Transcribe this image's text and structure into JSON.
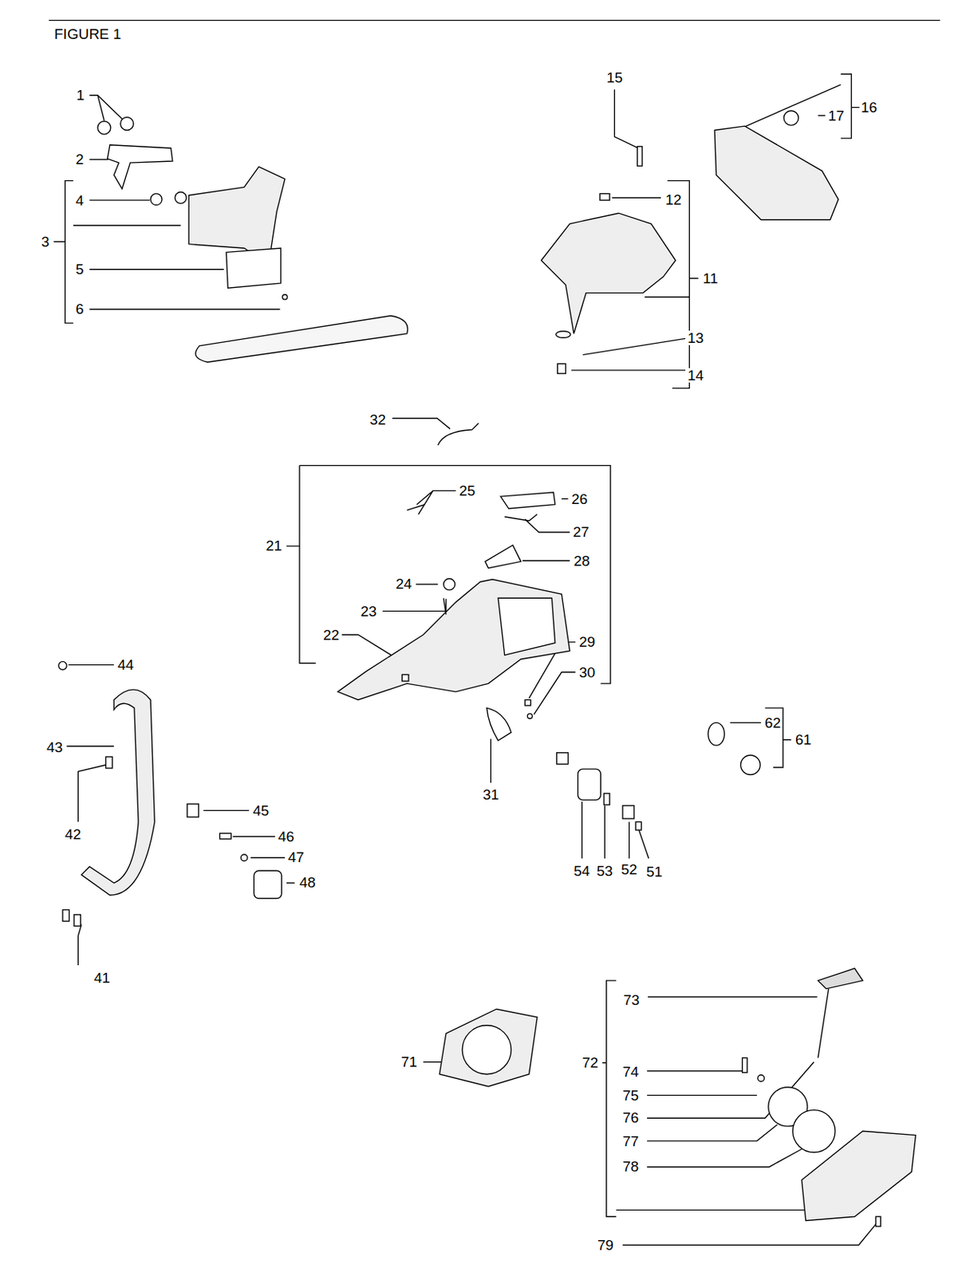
{
  "diagram": {
    "title": "FIGURE 1",
    "labels": [
      "1",
      "2",
      "3",
      "4",
      "5",
      "6",
      "15",
      "16",
      "17",
      "12",
      "11",
      "13",
      "14",
      "32",
      "21",
      "25",
      "26",
      "27",
      "28",
      "24",
      "23",
      "22",
      "29",
      "30",
      "31",
      "44",
      "43",
      "42",
      "45",
      "46",
      "47",
      "48",
      "41",
      "54",
      "53",
      "52",
      "51",
      "62",
      "61",
      "71",
      "72",
      "73",
      "74",
      "75",
      "76",
      "77",
      "78",
      "79"
    ]
  }
}
